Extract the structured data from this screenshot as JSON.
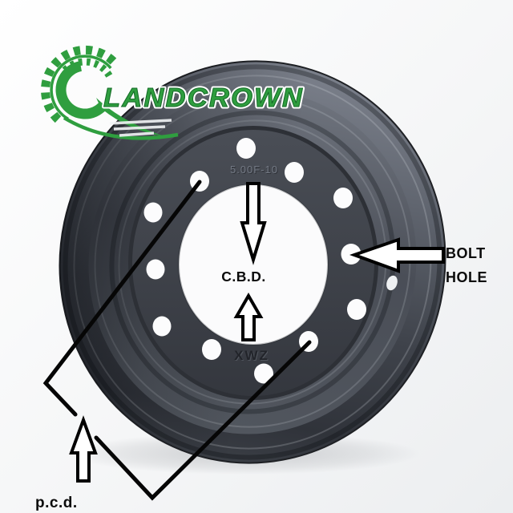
{
  "brand": {
    "name": "LANDCROWN",
    "logo_green": "#2f9e3f",
    "logo_dark_green": "#156c28"
  },
  "wheel": {
    "rim_size_marking": "5.00F-10",
    "rim_stamp_marking": "XWZ",
    "bolt_hole_count": 12
  },
  "annotations": {
    "cbd_label": "C.B.D.",
    "bolt_hole_label_line1": "BOLT",
    "bolt_hole_label_line2": "HOLE",
    "pcd_label": "p.c.d.",
    "annotation_color": "#000000"
  },
  "colors": {
    "background_light": "#ffffff",
    "background_shade": "#edeff1",
    "rim_gray": "#4a4e56",
    "disc_gray": "#3e424a",
    "hole_white": "#fcfcfd"
  }
}
